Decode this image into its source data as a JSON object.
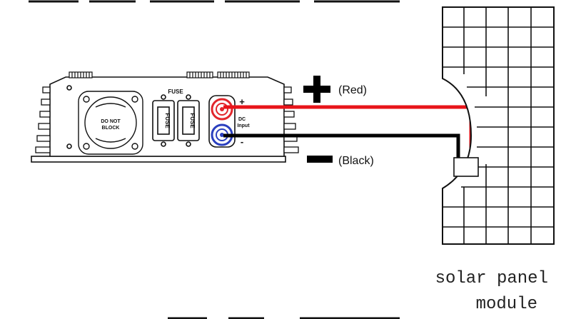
{
  "inverter": {
    "fuse_label": "FUSE",
    "fuse_text": "FUSE",
    "fan_label_1": "DO NOT",
    "fan_label_2": "BLOCK",
    "dc_label_1": "DC",
    "dc_label_2": "Input",
    "plus_small": "+",
    "minus_small": "-"
  },
  "wiring": {
    "positive_symbol": "+",
    "positive_label": "(Red)",
    "negative_label": "(Black)",
    "colors": {
      "positive": "#e8141a",
      "negative": "#000000",
      "terminal_pos": "#e2262c",
      "terminal_neg": "#2a3fbf"
    }
  },
  "panel": {
    "caption_line1": "solar panel",
    "caption_line2": "module"
  }
}
